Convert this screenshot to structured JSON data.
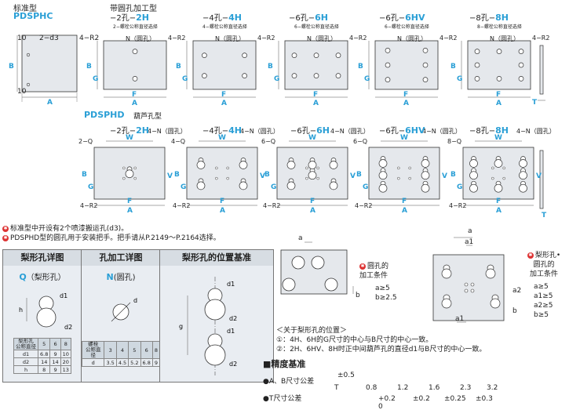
{
  "top": {
    "std_type": "标准型",
    "std_code": "PDSPHC",
    "round_type": "带圆孔加工型",
    "round_titles": [
      {
        "prefix": "−2孔−",
        "code": "2H"
      },
      {
        "prefix": "−4孔−",
        "code": "4H"
      },
      {
        "prefix": "−6孔−",
        "code": "6H"
      },
      {
        "prefix": "−6孔−",
        "code": "6HV"
      },
      {
        "prefix": "−8孔−",
        "code": "8H"
      }
    ],
    "hole_notes": [
      "2−螺栓公称直径选择",
      "4−螺栓公称直径选择",
      "6−螺栓公称直径选择",
      "6−螺栓公称直径选择",
      "8−螺栓公称直径选择"
    ],
    "n_label": "N（圆孔）",
    "corner": "4−R2",
    "dims": {
      "ten": "10",
      "two_d3": "2−d3",
      "A": "A",
      "B": "B",
      "F": "F",
      "G": "G",
      "T": "T"
    }
  },
  "mid": {
    "code": "PDSPHD",
    "type": "葫芦孔型",
    "titles": [
      {
        "prefix": "−2孔−",
        "code": "2H"
      },
      {
        "prefix": "−4孔−",
        "code": "4H"
      },
      {
        "prefix": "−6孔−",
        "code": "6H"
      },
      {
        "prefix": "−6孔−",
        "code": "6HV"
      },
      {
        "prefix": "−8孔−",
        "code": "8H"
      }
    ],
    "q_labels": [
      "2−Q",
      "4−Q",
      "6−Q",
      "6−Q",
      "8−Q"
    ],
    "n_labels": [
      "4−N（圆孔）",
      "4−N（圆孔）",
      "4−N（圆孔）",
      "4−N（圆孔）",
      "4−N（圆孔）"
    ],
    "dims": {
      "W": "W",
      "V": "V",
      "A": "A",
      "B": "B",
      "F": "F",
      "G": "G",
      "T": "T",
      "corner": "4−R2"
    }
  },
  "notes": [
    "标准型中开设有2个喷漆搬运孔(d3)。",
    "PDSPHD型的圆孔用于安装把手。把手请从P.2149～P.2164选择。"
  ],
  "panels": {
    "pear_detail": "梨形孔详图",
    "pear_q": "Q",
    "pear_q_label": "（梨形孔）",
    "hole_detail": "孔加工详图",
    "hole_n": "N",
    "hole_n_label": "(圆孔)",
    "pear_pos": "梨形孔的位置基准",
    "d1": "d1",
    "d2": "d2",
    "h": "h",
    "g": "g",
    "d": "d"
  },
  "pear_table": {
    "head": [
      "梨形孔\n公称直径",
      "5",
      "6",
      "8"
    ],
    "rows": [
      [
        "d1",
        "6.8",
        "9",
        "10"
      ],
      [
        "d2",
        "14",
        "14",
        "20"
      ],
      [
        "h",
        "8",
        "9",
        "13"
      ]
    ]
  },
  "hole_table": {
    "head": [
      "螺栓\n公称直径",
      "3",
      "4",
      "5",
      "6",
      "8"
    ],
    "row": [
      "d",
      "3.5",
      "4.5",
      "5.2",
      "6.8",
      "9"
    ]
  },
  "conditions": {
    "round_title": "圆孔的\n加工条件",
    "round_a": "a≥5",
    "round_b": "b≥2.5",
    "pear_title": "梨形孔•\n圆孔的\n加工条件",
    "pear_list": [
      "a≥5",
      "a1≥5",
      "a2≥5",
      "b≥5"
    ],
    "labels": {
      "a": "a",
      "b": "b",
      "a1": "a1",
      "a2": "a2"
    }
  },
  "position_notes": {
    "title": "＜关于梨形孔的位置＞",
    "items": [
      "①：4H、6H的G尺寸的中心与B尺寸的中心一致。",
      "②：2H、6HV、8H时正中间葫芦孔的直径d1与B尺寸的中心一致。"
    ]
  },
  "precision": {
    "title": "■精度基准",
    "ab_label": "●A、B尺寸公差",
    "ab_value": "±0.5",
    "t_label": "●T尺寸公差",
    "t_head": [
      "T",
      "0.8",
      "1.2",
      "1.6",
      "2.3",
      "3.2"
    ],
    "t_vals": [
      "+0.2\n0",
      "±0.2",
      "±0.25",
      "±0.3"
    ]
  },
  "colors": {
    "accent": "#2a9fd6",
    "mark": "#d33",
    "panel_bg": "#e9edf2",
    "plate": "#e5e8ec"
  }
}
